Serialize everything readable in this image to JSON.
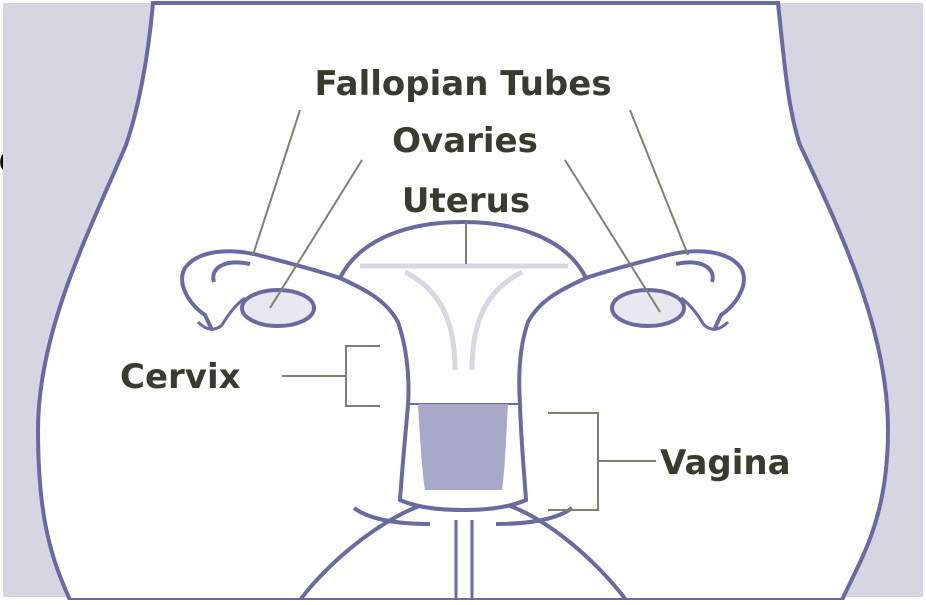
{
  "labels": {
    "fallopian_tubes": "Fallopian Tubes",
    "ovaries": "Ovaries",
    "uterus": "Uterus",
    "cervix": "Cervix",
    "vagina": "Vagina"
  },
  "cut_off_text": "e",
  "colors": {
    "outline": "#6a6aa2",
    "body_fill": "#ffffff",
    "side_fill": "#d6d6e2",
    "organ_fill": "#e8e8f0",
    "vagina_fill": "#a8a8c8",
    "leader_line": "#808070",
    "label_text": "#3a3a2e"
  }
}
